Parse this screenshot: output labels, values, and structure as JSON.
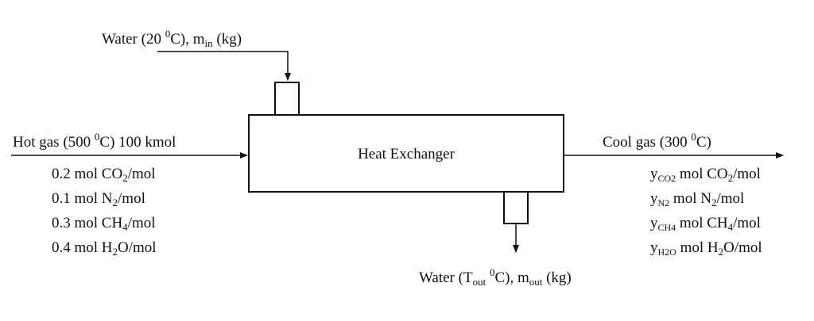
{
  "diagram": {
    "unit_title": "Heat Exchanger",
    "water_in": {
      "prefix": "Water (20 ",
      "sup": "0",
      "middle": "C), m",
      "sub": "in",
      "suffix": " (kg)"
    },
    "water_out": {
      "prefix": "Water (T",
      "sub1": "out",
      "mid1": " ",
      "sup": "0",
      "mid2": "C), m",
      "sub2": "out",
      "suffix": " (kg)"
    },
    "hot_gas": {
      "prefix": "Hot gas (500 ",
      "sup": "0",
      "suffix": "C) 100 kmol",
      "components": [
        {
          "a": "0.2 mol CO",
          "sub": "2",
          "b": "/mol"
        },
        {
          "a": "0.1 mol N",
          "sub": "2",
          "b": "/mol"
        },
        {
          "a": "0.3 mol CH",
          "sub": "4",
          "b": "/mol"
        },
        {
          "a": "0.4 mol H",
          "sub": "2",
          "b": "O/mol"
        }
      ]
    },
    "cool_gas": {
      "prefix": "Cool gas (300 ",
      "sup": "0",
      "suffix": "C)",
      "components": [
        {
          "y": "y",
          "ysub": "CO2",
          "a": " mol CO",
          "sub": "2",
          "b": "/mol"
        },
        {
          "y": "y",
          "ysub": "N2",
          "a": " mol N",
          "sub": "2",
          "b": "/mol"
        },
        {
          "y": "y",
          "ysub": "CH4",
          "a": " mol CH",
          "sub": "4",
          "b": "/mol"
        },
        {
          "y": "y",
          "ysub": "H2O",
          "a": " mol H",
          "sub": "2",
          "b": "O/mol"
        }
      ]
    }
  }
}
